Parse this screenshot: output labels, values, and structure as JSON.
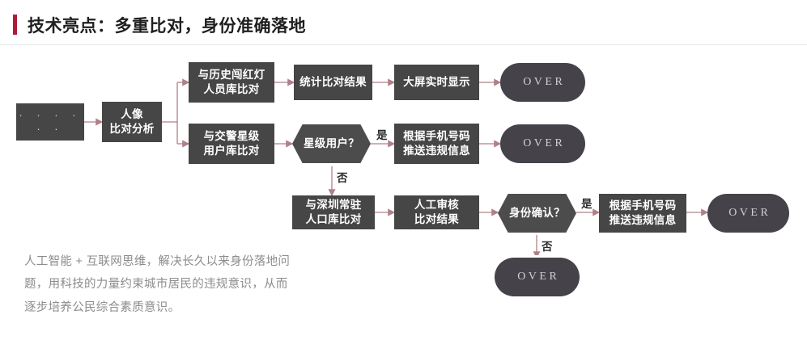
{
  "header": {
    "accent_color": "#b01c38",
    "title": "技术亮点：多重比对，身份准确落地"
  },
  "palette": {
    "node_fill": "#464646",
    "hex_fill": "#4c4c4c",
    "pill_fill": "#454349",
    "arrow": "#b08088",
    "node_text": "#ffffff",
    "pill_text": "#d2cfd2",
    "caption_text": "#8c8c8c"
  },
  "flow": {
    "nodes": {
      "input_placeholder": "· · · · · ·",
      "face_compare": "人像\n比对分析",
      "redlight_db": "与历史闯红灯\n人员库比对",
      "stat_result": "统计比对结果",
      "bigscreen": "大屏实时显示",
      "over_1": "OVER",
      "star_db": "与交警星级\n用户库比对",
      "star_user_q": "星级用户？",
      "push_sms_1": "根据手机号码\n推送违规信息",
      "over_2": "OVER",
      "resident_db": "与深圳常驻\n人口库比对",
      "manual_review": "人工审核\n比对结果",
      "identity_q": "身份确认？",
      "push_sms_2": "根据手机号码\n推送违规信息",
      "over_3": "OVER",
      "over_4": "OVER"
    },
    "edge_labels": {
      "star_yes": "是",
      "star_no": "否",
      "identity_yes": "是",
      "identity_no": "否"
    }
  },
  "caption": {
    "text": "人工智能 + 互联网思维，解决长久以来身份落地问题，用科技的力量约束城市居民的违规意识，从而逐步培养公民综合素质意识。"
  }
}
